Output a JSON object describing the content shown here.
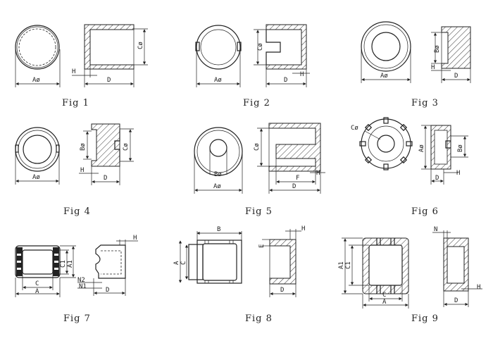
{
  "figures": [
    {
      "caption": "Fig 1",
      "labels": {
        "a": "Aø",
        "c": "Cø",
        "h": "H",
        "d": "D"
      }
    },
    {
      "caption": "Fig 2",
      "labels": {
        "a": "Aø",
        "c": "Cø",
        "h": "H",
        "d": "D"
      }
    },
    {
      "caption": "Fig 3",
      "labels": {
        "a": "Aø",
        "b": "Bø",
        "h": "H",
        "d": "D"
      }
    },
    {
      "caption": "Fig 4",
      "labels": {
        "a": "Aø",
        "b": "Bø",
        "c": "Cø",
        "h": "H",
        "d": "D"
      }
    },
    {
      "caption": "Fig 5",
      "labels": {
        "a": "Aø",
        "b": "Bø",
        "c": "Cø",
        "h": "H",
        "d": "D",
        "f": "F"
      }
    },
    {
      "caption": "Fig 6",
      "labels": {
        "a": "Aø",
        "b": "Bø",
        "c": "Cø",
        "h": "H",
        "d": "D"
      }
    },
    {
      "caption": "Fig 7",
      "labels": {
        "a": "A",
        "a1": "A1",
        "c": "C",
        "c1": "C1",
        "n1": "N1",
        "n2": "N2",
        "h": "H",
        "d": "D"
      }
    },
    {
      "caption": "Fig 8",
      "labels": {
        "a": "A",
        "b": "B",
        "c": "C",
        "e": "E",
        "h": "H",
        "d": "D"
      }
    },
    {
      "caption": "Fig 9",
      "labels": {
        "a": "A",
        "a1": "A1",
        "c": "C",
        "c1": "C1",
        "n": "N",
        "h": "H",
        "d": "D"
      }
    }
  ]
}
